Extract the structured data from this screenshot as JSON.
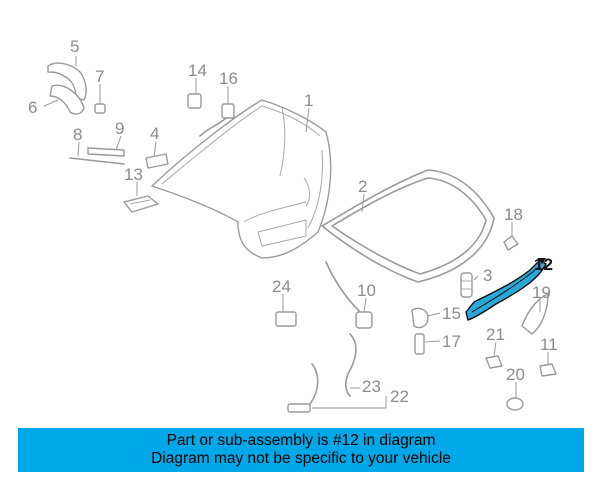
{
  "callouts": {
    "c1": "1",
    "c2": "2",
    "c3": "3",
    "c4": "4",
    "c5": "5",
    "c6": "6",
    "c7": "7",
    "c8": "8",
    "c9": "9",
    "c10": "10",
    "c11": "11",
    "c12": "12",
    "c13": "13",
    "c14": "14",
    "c15": "15",
    "c16": "16",
    "c17": "17",
    "c18": "18",
    "c19": "19",
    "c20": "20",
    "c21": "21",
    "c22": "22",
    "c23": "23",
    "c24": "24"
  },
  "highlighted_part": "12",
  "colors": {
    "banner": "#00a8e8",
    "highlight_part": "#2aa8d8",
    "callout_gray": "#8c8c8c"
  },
  "banner": {
    "line1": "Part or sub-assembly is #12 in diagram",
    "line2": "Diagram may not be specific to your vehicle"
  }
}
